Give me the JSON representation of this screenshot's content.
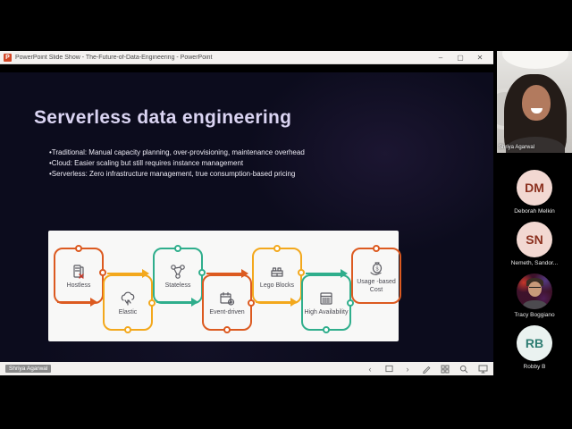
{
  "window": {
    "title": "PowerPoint Slide Show  -  The-Future-of-Data-Engineering - PowerPoint",
    "app_initial": "P",
    "minimize_label": "–",
    "maximize_label": "▢",
    "close_label": "✕"
  },
  "slide": {
    "title": "Serverless data engineering",
    "bullets": [
      "•Traditional: Manual capacity planning, over-provisioning, maintenance overhead",
      "•Cloud: Easier scaling but still requires instance management",
      "•Serverless: Zero infrastructure management, true consumption-based pricing"
    ],
    "diagram_steps": [
      {
        "label": "Hostless",
        "color": "#DC5A20",
        "icon": "server-crossed-icon"
      },
      {
        "label": "Elastic",
        "color": "#F3A81C",
        "icon": "elastic-cloud-icon"
      },
      {
        "label": "Stateless",
        "color": "#2FAE8C",
        "icon": "network-nodes-icon"
      },
      {
        "label": "Event-driven",
        "color": "#DC5A20",
        "icon": "calendar-plus-icon"
      },
      {
        "label": "Lego Blocks",
        "color": "#F3A81C",
        "icon": "lego-brick-icon"
      },
      {
        "label": "High Availability",
        "color": "#2FAE8C",
        "icon": "calendar-grid-icon"
      },
      {
        "label": "Usage -based Cost",
        "color": "#DC5A20",
        "icon": "money-hand-icon"
      }
    ]
  },
  "statusbar": {
    "presenter_chip": "Shriya Agarwal",
    "prev_label": "‹",
    "next_label": "›"
  },
  "sidebar": {
    "video_participant": {
      "name": "Shriya Agarwal"
    },
    "participants": [
      {
        "initials": "DM",
        "name": "Deborah Melkin",
        "avatar_bg": "#F2D8D2",
        "avatar_fg": "#8B301F"
      },
      {
        "initials": "SN",
        "name": "Nemeth, Sandor...",
        "avatar_bg": "#F2D8D2",
        "avatar_fg": "#8B301F"
      },
      {
        "initials": "",
        "name": "Tracy Boggiano",
        "avatar": "photo"
      },
      {
        "initials": "RB",
        "name": "Robby B",
        "avatar_bg": "#EAF2F0",
        "avatar_fg": "#2E7D72"
      }
    ]
  }
}
